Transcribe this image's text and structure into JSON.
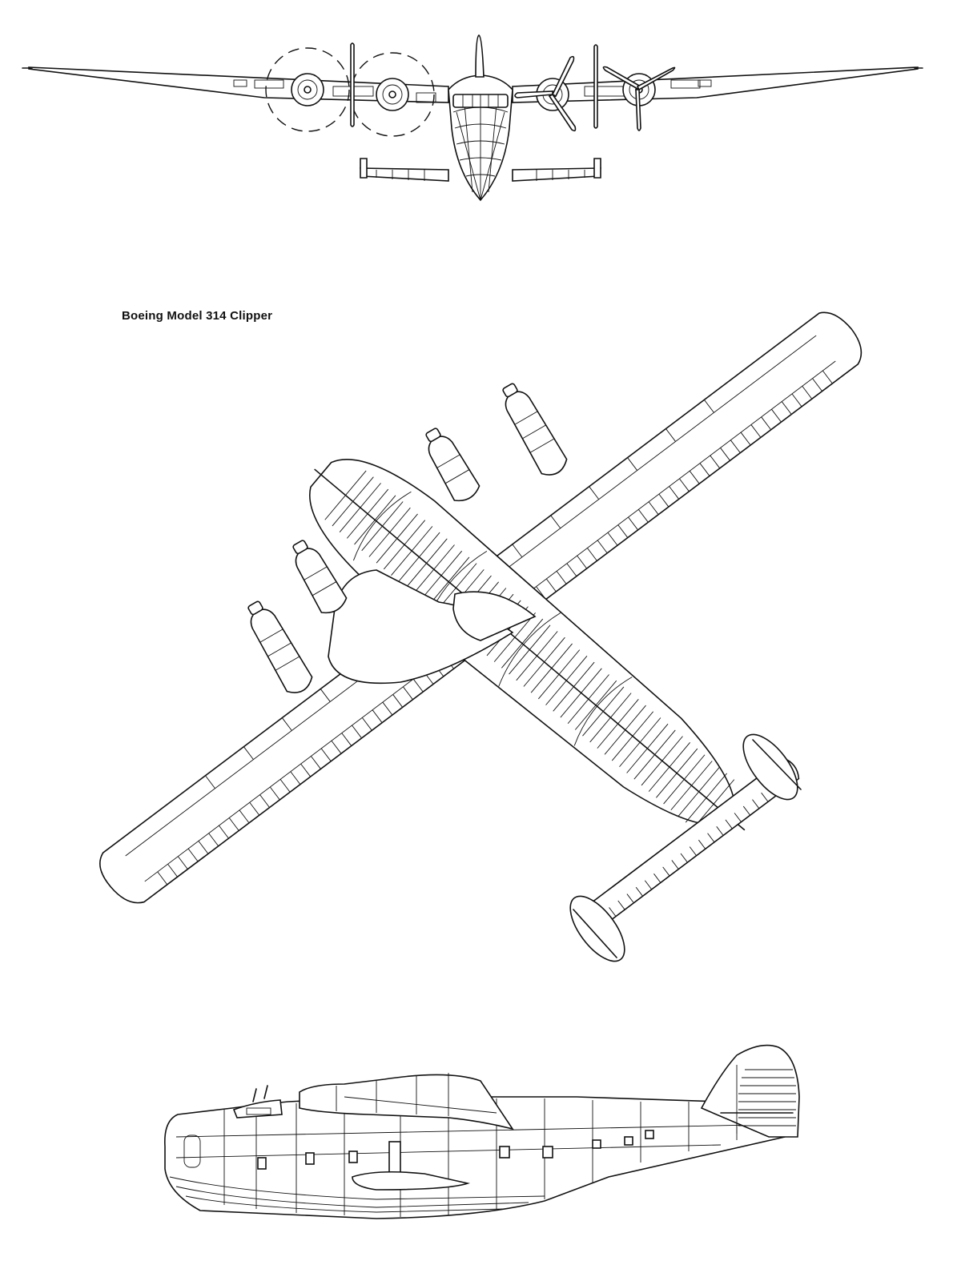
{
  "figure": {
    "caption": "Boeing Model 314 Clipper"
  },
  "views": [
    {
      "name": "front-view",
      "icon": "front-elevation"
    },
    {
      "name": "plan-view",
      "icon": "top-down-plan"
    },
    {
      "name": "side-view",
      "icon": "side-elevation"
    }
  ],
  "colors": {
    "line": "#111111",
    "paper": "#ffffff"
  }
}
